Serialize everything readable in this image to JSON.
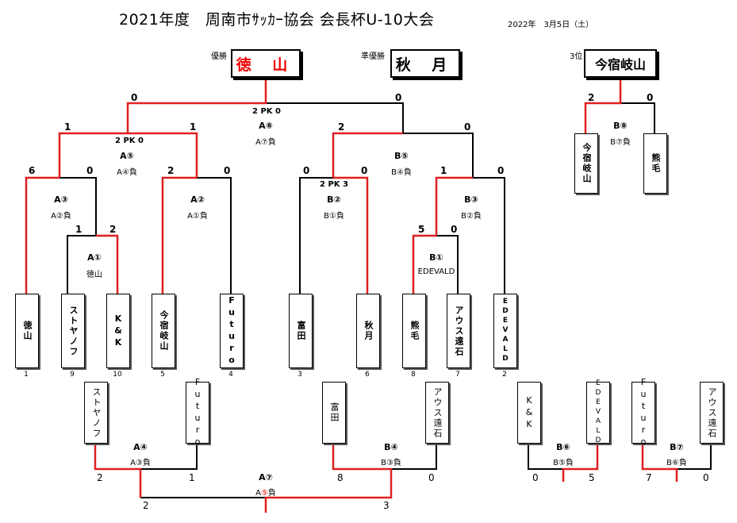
{
  "header": {
    "title": "2021年度　周南市ｻｯｶｰ協会 会長杯U-10大会",
    "date": "2022年　3月5日（土）"
  },
  "podium": {
    "champion_label": "優勝",
    "champion": "徳 山",
    "runner_up_label": "準優勝",
    "runner_up": "秋 月",
    "third_label": "3位",
    "third": "今宿岐山"
  },
  "teams": {
    "t1": "徳山",
    "t2": "ストヤノフ",
    "t3": "K&K",
    "t4": "今宿岐山",
    "t5": "Futuro",
    "t6": "富田",
    "t7": "秋月",
    "t8": "熊毛",
    "t9": "アウス遠石",
    "t10": "EDEVALD"
  },
  "seeds": {
    "s1": "1",
    "s2": "9",
    "s3": "10",
    "s4": "5",
    "s5": "4",
    "s6": "3",
    "s7": "6",
    "s8": "8",
    "s9": "7",
    "s10": "2"
  },
  "scores": {
    "final_l": "0",
    "final_r": "0",
    "final_pk": "2 PK 0",
    "a5_l": "1",
    "a5_r": "1",
    "a5_pk": "2 PK 0",
    "b5_l": "2",
    "b5_r": "0",
    "a3_l": "6",
    "a3_r": "0",
    "a2_l": "2",
    "a2_r": "0",
    "b2_l": "0",
    "b2_r": "0",
    "b2_pk": "2 PK 3",
    "b3_l": "1",
    "b3_r": "0",
    "a1_l": "1",
    "a1_r": "2",
    "b1_l": "5",
    "b1_r": "0",
    "b8_l": "2",
    "b8_r": "0",
    "a4_l": "2",
    "a4_r": "1",
    "b4_l": "8",
    "b4_r": "0",
    "a7_l": "2",
    "a7_r": "3",
    "b6_l": "0",
    "b6_r": "5",
    "b7_l": "7",
    "b7_r": "0"
  },
  "matches": {
    "final": "A⑧",
    "final_note": "A⑦負",
    "a5": "A⑤",
    "a5_note": "A④負",
    "b5": "B⑤",
    "b5_note": "B④負",
    "a3": "A③",
    "a3_note": "A②負",
    "a2": "A②",
    "a2_note": "A①負",
    "b2": "B②",
    "b2_note": "B①負",
    "b3": "B③",
    "b3_note": "B②負",
    "a1": "A①",
    "a1_note": "徳山",
    "b1": "B①",
    "b1_note": "EDEVALD",
    "b8": "B⑧",
    "b8_note": "B⑦負",
    "a4": "A④",
    "a4_note": "A③負",
    "b4": "B④",
    "b4_note": "B③負",
    "a7": "A⑦",
    "a7_note_pre": "A",
    "a7_note_red": "⑤",
    "a7_note_post": "負",
    "b6": "B⑥",
    "b6_note": "B⑤負",
    "b7": "B⑦",
    "b7_note": "B⑥負"
  }
}
